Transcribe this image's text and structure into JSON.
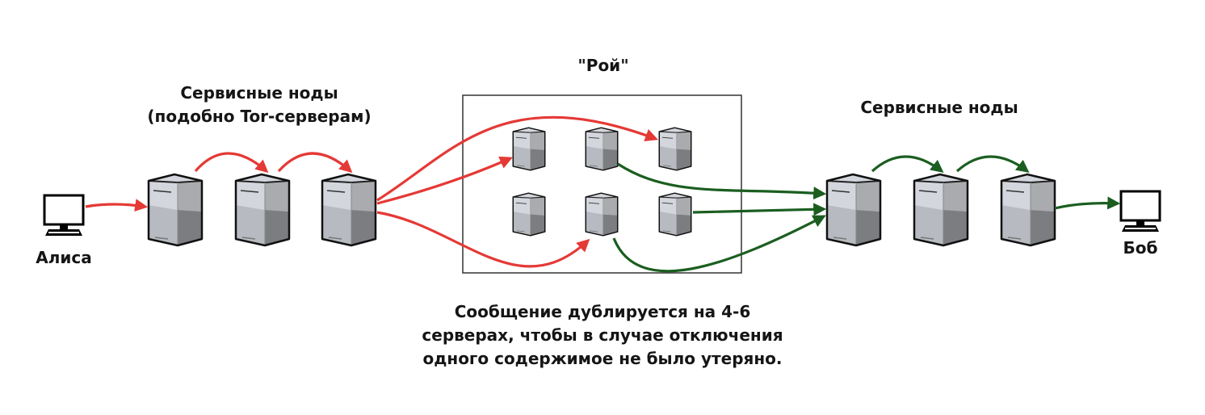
{
  "title": "\"Рой\"",
  "left_label": [
    "Сервисные ноды",
    "(подобно Tor-серверам)"
  ],
  "right_label": "Сервисные ноды",
  "alice": "Алиса",
  "bob": "Боб",
  "caption": [
    "Сообщение дублируется на 4-6",
    "серверах, чтобы в случае отключения",
    "одного содержимое не было утеряно."
  ],
  "colors": {
    "outgoing": "#e53935",
    "incoming": "#1b5e20"
  }
}
